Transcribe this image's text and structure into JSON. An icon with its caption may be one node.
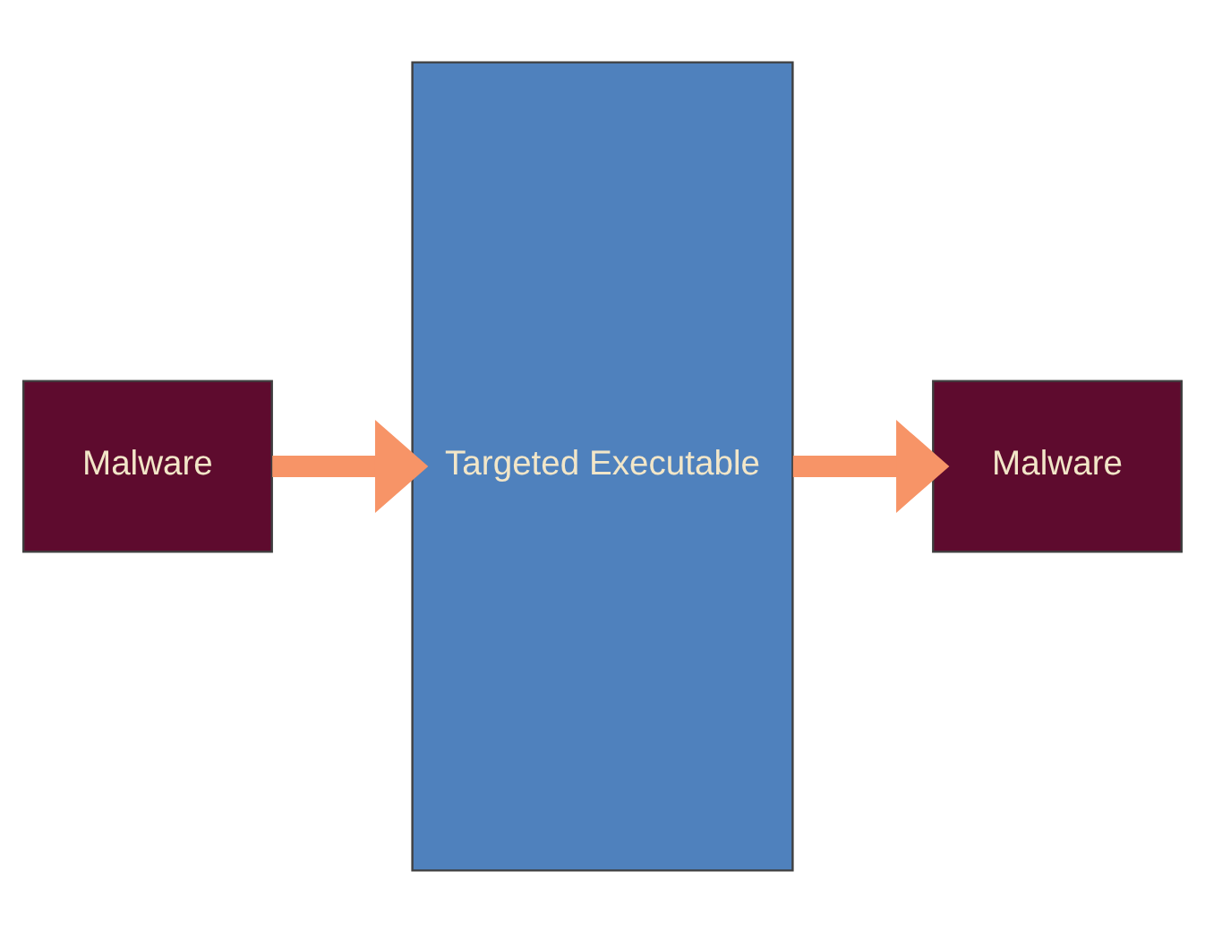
{
  "diagram": {
    "nodes": [
      {
        "text": [
          "Malware"
        ]
      },
      {
        "text": [
          "Targeted Executable"
        ]
      },
      {
        "text": [
          "Malware"
        ]
      }
    ],
    "edges": [
      {
        "from": 0,
        "to": 1,
        "arrow": "to"
      },
      {
        "from": 1,
        "to": 2,
        "arrow": "to"
      }
    ]
  }
}
